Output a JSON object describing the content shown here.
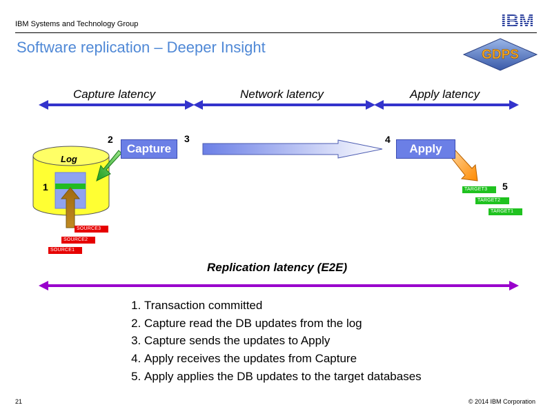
{
  "header": {
    "group": "IBM Systems and Technology Group",
    "title": "Software replication – Deeper Insight",
    "ibm_logo_text": "IBM",
    "gdps_logo_text": "GDPS"
  },
  "latency": {
    "capture": "Capture latency",
    "network": "Network latency",
    "apply": "Apply latency",
    "e2e": "Replication latency (E2E)"
  },
  "diagram": {
    "log_label": "Log",
    "capture_label": "Capture",
    "apply_label": "Apply",
    "numbers": [
      "1",
      "2",
      "3",
      "4",
      "5"
    ],
    "sources": [
      "SOURCE3",
      "SOURCE2",
      "SOURCE1"
    ],
    "targets": [
      "TARGET3",
      "TARGET2",
      "TARGET1"
    ]
  },
  "steps": [
    "Transaction committed",
    "Capture read the DB updates from the log",
    "Capture sends the updates to Apply",
    "Apply receives the updates from Capture",
    "Apply applies the DB updates to the target databases"
  ],
  "footer": {
    "page": "21",
    "copyright": "© 2014 IBM Corporation"
  },
  "colors": {
    "title": "#4f88d6",
    "latency_arrow": "#3333cc",
    "e2e_arrow": "#9900cc",
    "box": "#6b7fe6",
    "log_cylinder": "#ffff33",
    "source": "#e60000",
    "target": "#1fc21f"
  }
}
